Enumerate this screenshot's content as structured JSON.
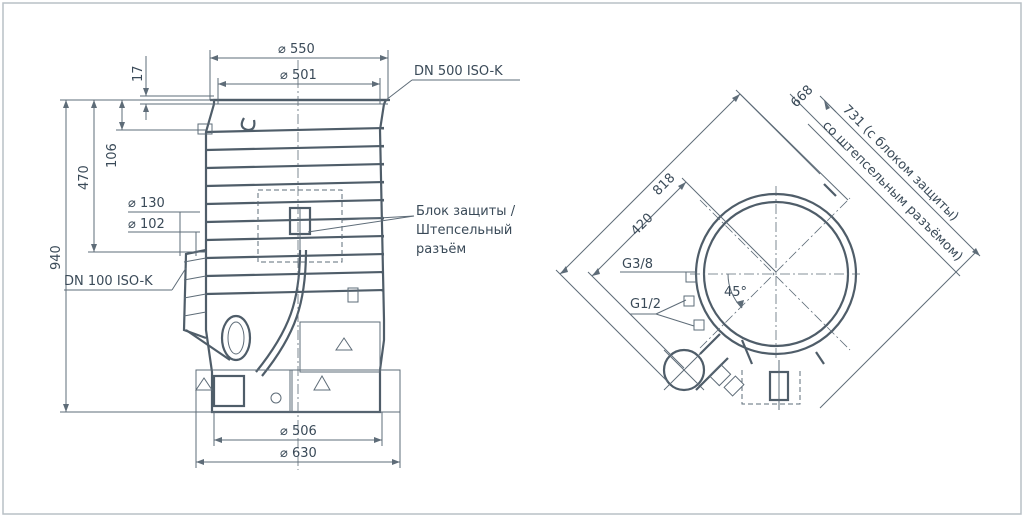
{
  "colors": {
    "line": "#5e6c78",
    "text": "#3a4a58",
    "fill": "#e6e9ec",
    "border": "#b9c0c6"
  },
  "front_view": {
    "dia_550": "⌀ 550",
    "dia_501": "⌀ 501",
    "flange_top": "DN 500 ISO-K",
    "dim_17": "17",
    "dim_106": "106",
    "dim_470": "470",
    "dim_940": "940",
    "dia_130": "⌀ 130",
    "dia_102": "⌀ 102",
    "flange_side": "DN 100 ISO-K",
    "protection_block_line1": "Блок защиты /",
    "protection_block_line2": "Штепсельный",
    "protection_block_line3": "разъём",
    "dia_506": "⌀ 506",
    "dia_630": "⌀ 630"
  },
  "top_view": {
    "dim_818": "818",
    "dim_668": "668",
    "dim_420": "420",
    "dim_731_line1": "731 (с блоком защиты)",
    "dim_731_line2": "со штепсельным разъёмом)",
    "thread_g38": "G3/8",
    "thread_g12": "G1/2",
    "angle_45": "45°"
  }
}
